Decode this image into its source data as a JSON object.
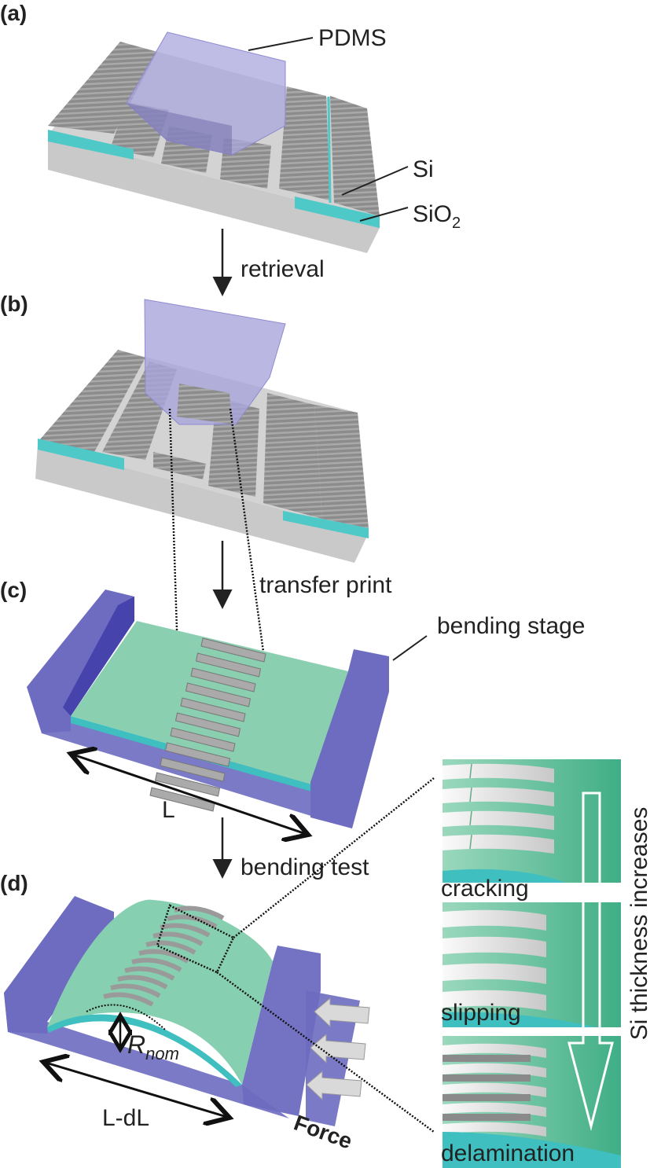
{
  "panels": {
    "a": {
      "label": "(a)",
      "pdms": "PDMS",
      "si": "Si",
      "sio2_main": "SiO",
      "sio2_sub": "2"
    },
    "b": {
      "label": "(b)"
    },
    "c": {
      "label": "(c)",
      "stage": "bending stage",
      "length": "L"
    },
    "d": {
      "label": "(d)",
      "radius_main": "R",
      "radius_sub": "nom",
      "length": "L-dL",
      "force": "Force"
    }
  },
  "steps": {
    "retrieval": "retrieval",
    "transfer": "transfer print",
    "bending": "bending test"
  },
  "insets": {
    "cracking": "cracking",
    "slipping": "slipping",
    "delamination": "delamination",
    "trend": "Si thickness increases"
  },
  "colors": {
    "si": "#8f8f8f",
    "sio2": "#4fc8c8",
    "pdms": "#a9a6dc",
    "stage": "#6d6cc0",
    "film": "#86cfb0"
  }
}
